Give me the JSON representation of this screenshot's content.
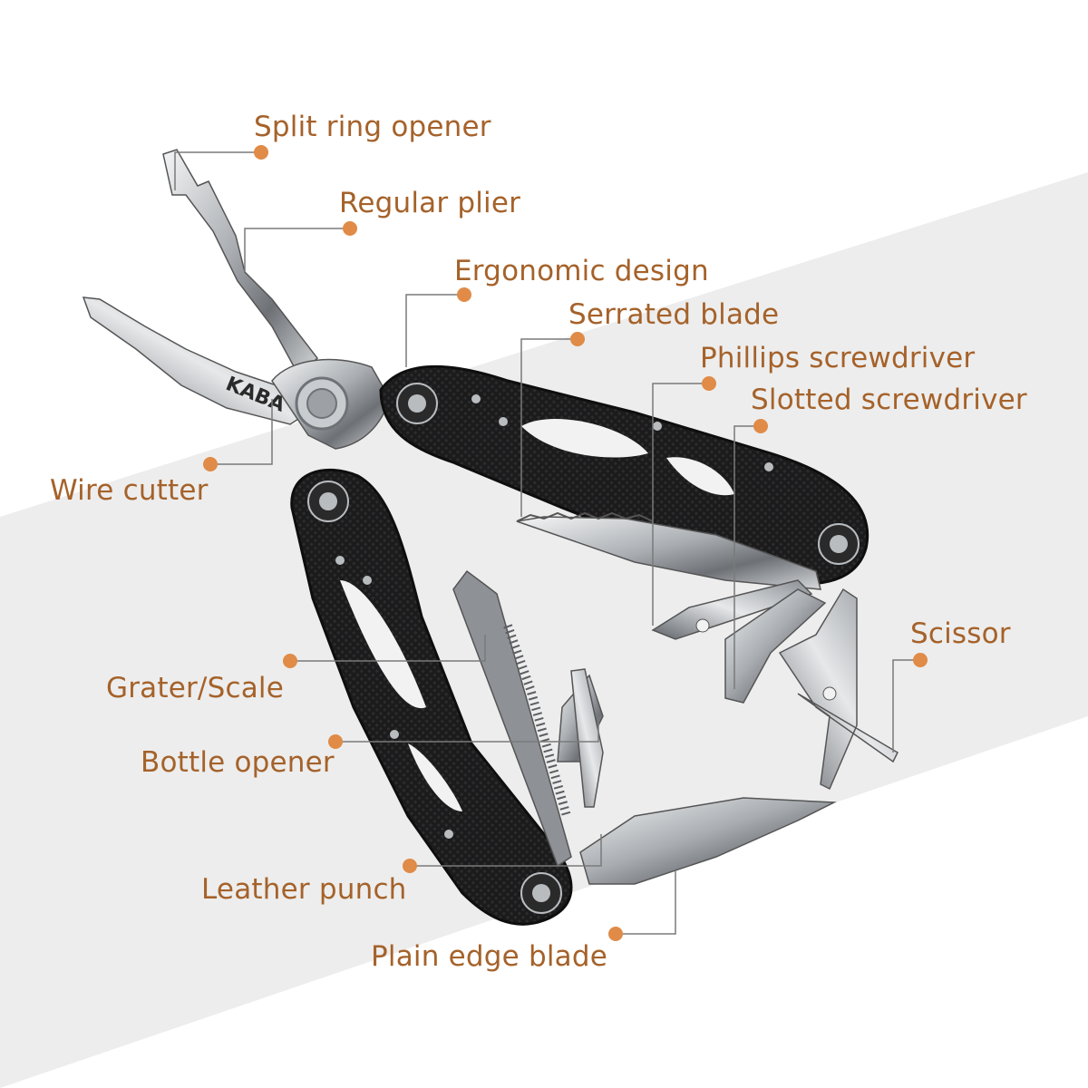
{
  "colors": {
    "accent": "#a5622a",
    "dot": "#e08b47",
    "band": "#ededed",
    "handle": "#1a1a1a",
    "steel": "#b9bcbf"
  },
  "brand": "KABA",
  "callouts": [
    {
      "id": "split-ring-opener",
      "label": "Split ring opener"
    },
    {
      "id": "regular-plier",
      "label": "Regular plier"
    },
    {
      "id": "ergonomic-design",
      "label": "Ergonomic design"
    },
    {
      "id": "serrated-blade",
      "label": "Serrated blade"
    },
    {
      "id": "phillips-screwdriver",
      "label": "Phillips screwdriver"
    },
    {
      "id": "slotted-screwdriver",
      "label": "Slotted screwdriver"
    },
    {
      "id": "wire-cutter",
      "label": "Wire cutter"
    },
    {
      "id": "scissor",
      "label": "Scissor"
    },
    {
      "id": "grater-scale",
      "label": "Grater/Scale"
    },
    {
      "id": "bottle-opener",
      "label": "Bottle opener"
    },
    {
      "id": "leather-punch",
      "label": "Leather punch"
    },
    {
      "id": "plain-edge-blade",
      "label": "Plain edge blade"
    }
  ]
}
